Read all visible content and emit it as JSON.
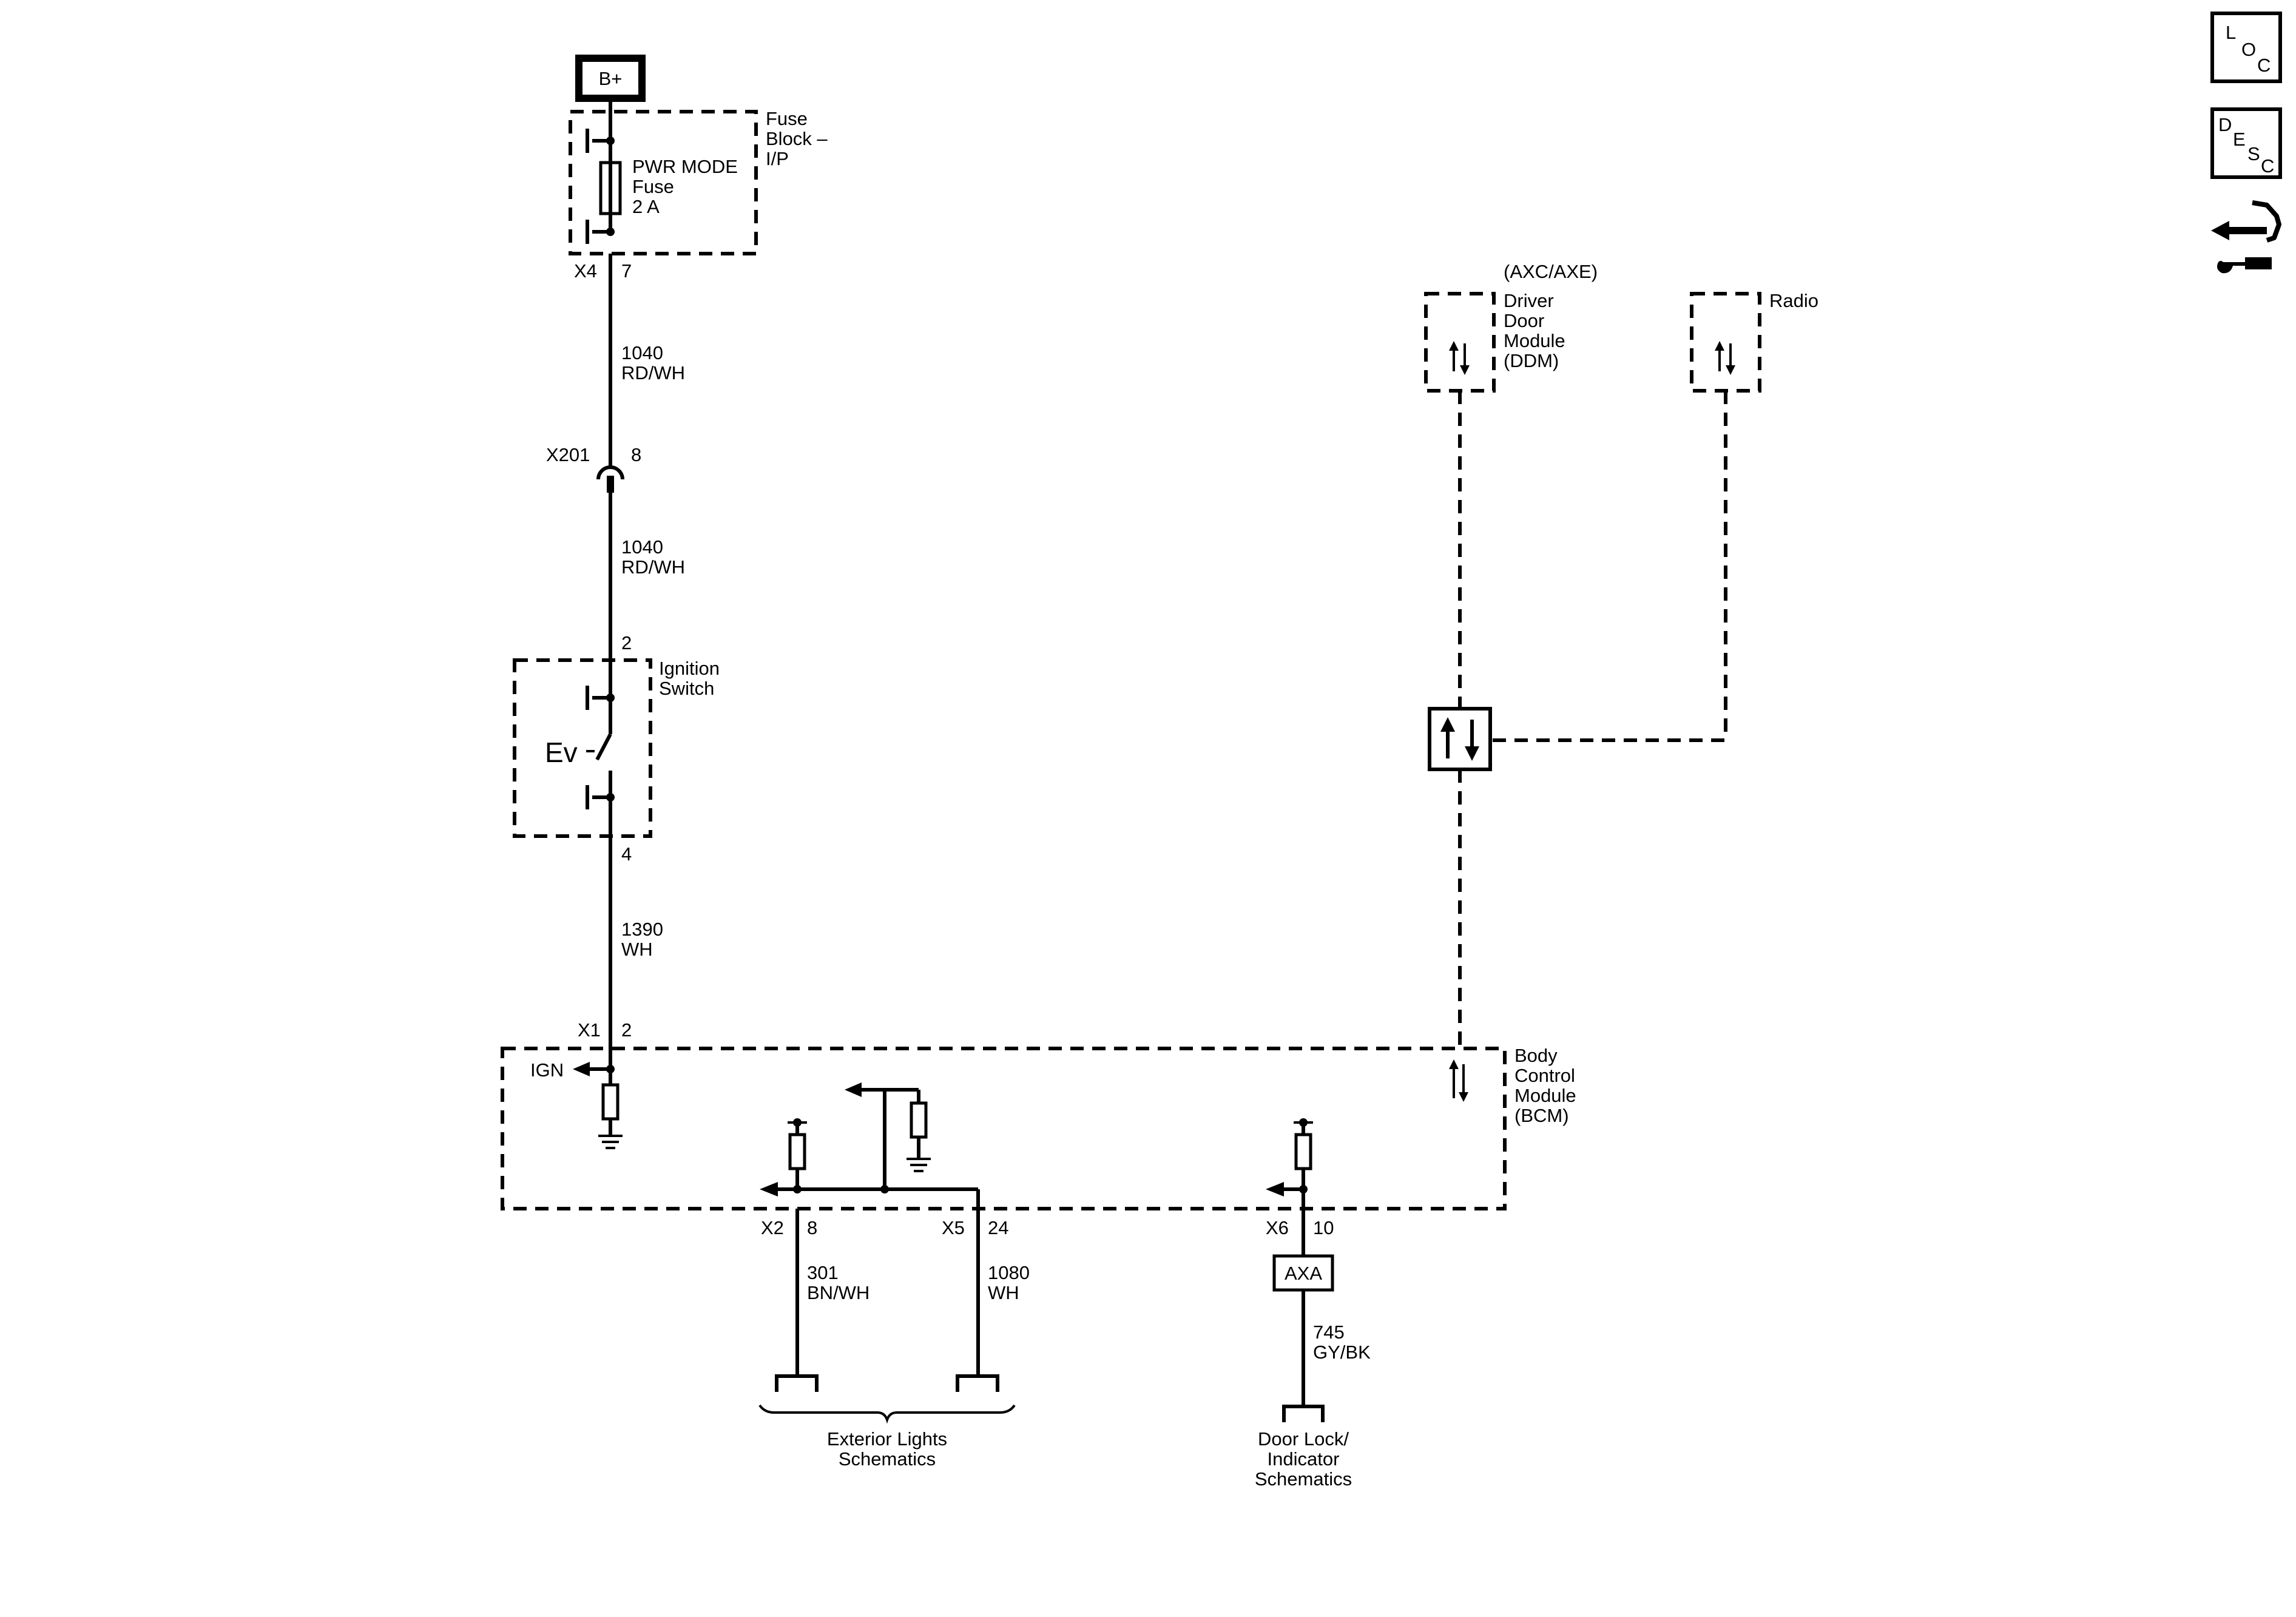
{
  "power": {
    "label": "B+"
  },
  "fuse_block": {
    "name_lines": [
      "Fuse",
      "Block –",
      "I/P"
    ],
    "fuse_lines": [
      "PWR MODE",
      "Fuse",
      "2 A"
    ],
    "connector": "X4",
    "pin": "7"
  },
  "wire_1040_upper": {
    "circuit": "1040",
    "color": "RD/WH"
  },
  "inline_connector": {
    "name": "X201",
    "pin": "8"
  },
  "wire_1040_lower": {
    "circuit": "1040",
    "color": "RD/WH"
  },
  "ignition_switch": {
    "name_lines": [
      "Ignition",
      "Switch"
    ],
    "pin_in": "2",
    "pin_out": "4",
    "symbol": "Ev"
  },
  "wire_1390": {
    "circuit": "1390",
    "color": "WH"
  },
  "bcm": {
    "name_lines": [
      "Body",
      "Control",
      "Module",
      "(BCM)"
    ],
    "ign_connector": "X1",
    "ign_pin": "2",
    "ign_label": "IGN"
  },
  "connector_x2": {
    "name": "X2",
    "pin": "8"
  },
  "connector_x5": {
    "name": "X5",
    "pin": "24"
  },
  "connector_x6": {
    "name": "X6",
    "pin": "10"
  },
  "wire_301": {
    "circuit": "301",
    "color": "BN/WH"
  },
  "wire_1080": {
    "circuit": "1080",
    "color": "WH"
  },
  "option_box": {
    "label": "AXA"
  },
  "wire_745": {
    "circuit": "745",
    "color": "GY/BK"
  },
  "exterior_lights": {
    "lines": [
      "Exterior Lights",
      "Schematics"
    ]
  },
  "door_lock": {
    "lines": [
      "Door Lock/",
      "Indicator",
      "Schematics"
    ]
  },
  "ddm": {
    "option": "(AXC/AXE)",
    "name_lines": [
      "Driver",
      "Door",
      "Module",
      "(DDM)"
    ]
  },
  "radio": {
    "label": "Radio"
  },
  "nav_icons": {
    "loc": {
      "letters": [
        "L",
        "O",
        "C"
      ],
      "icon": "location-icon"
    },
    "desc": {
      "letters": [
        "D",
        "E",
        "S",
        "C"
      ],
      "icon": "description-icon"
    },
    "tool": {
      "icon": "connector-repair-icon"
    }
  }
}
